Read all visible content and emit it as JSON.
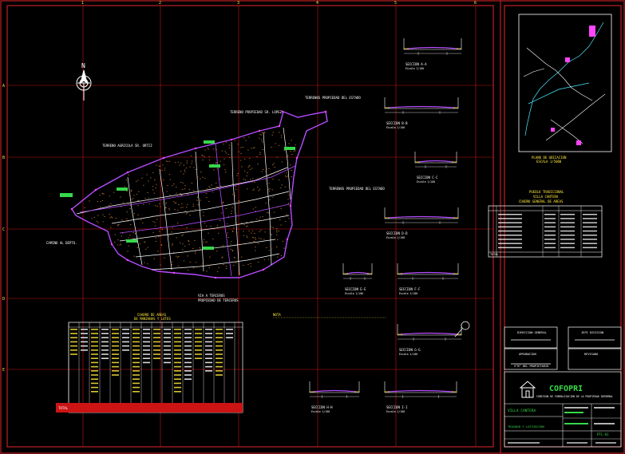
{
  "grid_labels": {
    "top": [
      "1",
      "2",
      "3",
      "4",
      "5",
      "6"
    ],
    "left": [
      "A",
      "B",
      "C",
      "D",
      "E"
    ]
  },
  "map": {
    "north": "N",
    "labels": [
      "TERRENO AGRICOLA SR. ORTIZ",
      "TERRENO PROPIEDAD SR. LOPEZ",
      "TERRENOS PROPIEDAD DEL ESTADO",
      "TERRENOS PROPIEDAD DEL ESTADO",
      "VIA A TERCEROS",
      "PROPIEDAD DE TERCEROS",
      "CAMINO AL DEPTO."
    ]
  },
  "sections": [
    {
      "title": "SECCION A-A",
      "scale": "Escala 1/100"
    },
    {
      "title": "SECCION B-B",
      "scale": "Escala 1/100"
    },
    {
      "title": "SECCION C-C",
      "scale": "Escala 1/100"
    },
    {
      "title": "SECCION D-D",
      "scale": "Escala 1/100"
    },
    {
      "title": "SECCION E-E",
      "scale": "Escala 1/100"
    },
    {
      "title": "SECCION F-F",
      "scale": "Escala 1/100"
    },
    {
      "title": "SECCION G-G",
      "scale": "Escala 1/100"
    },
    {
      "title": "SECCION H-H",
      "scale": "Escala 1/100"
    },
    {
      "title": "SECCION I-I",
      "scale": "Escala 1/100"
    }
  ],
  "legend_table": {
    "title": "CUADRO DE AREAS",
    "subtitle": "DE MANZANAS Y LOTES",
    "total_label": "TOTAL"
  },
  "note": "NOTA",
  "location_plan": {
    "caption": "PLANO DE UBICACION",
    "scale": "ESCALA 1/5000"
  },
  "general_table": {
    "title1": "PUEBLO TRADICIONAL",
    "title2": "VILLA CANTERA",
    "title3": "CUADRO GENERAL DE AREAS",
    "total_label": "TOTAL"
  },
  "approval_boxes": {
    "b1": "DIRECCION GENERAL",
    "b2": "JEFE DIVISION",
    "b3": "APROBACION",
    "b4": "REVISADO",
    "b5": "V°B° DEL PROPIETARIO"
  },
  "title_block": {
    "org": "COFOPRI",
    "org_sub": "COMISION DE FORMALIZACION DE LA PROPIEDAD INFORMAL",
    "project": "VILLA CANTERA",
    "drawing": "TRAZADO Y LOTIZACION",
    "sheet": "PTL-01"
  },
  "colors": {
    "frame": "#e3262b",
    "grid": "#d31616",
    "lines": "#ffffff",
    "purple": "#b64cff",
    "magenta": "#ff44ff",
    "yellow": "#ffe83b",
    "green": "#36d84a",
    "cyan": "#4fe9ff"
  }
}
